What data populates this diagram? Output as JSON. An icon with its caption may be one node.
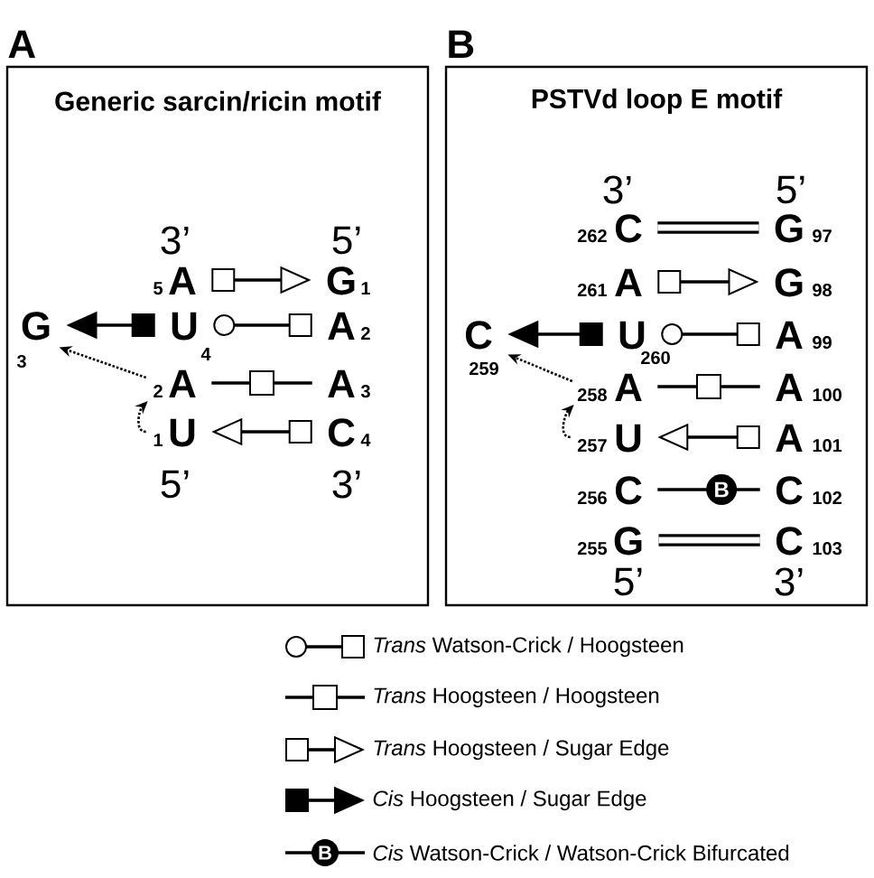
{
  "diagram": {
    "nodes": [
      {
        "text": [
          "A",
          "Generic sarcin/ricin motif"
        ]
      },
      {
        "text": [
          "A"
        ],
        "beside": [
          "5"
        ],
        "in": 0
      },
      {
        "text": [
          "G"
        ],
        "beside": [
          "1"
        ],
        "in": 0
      },
      {
        "text": [
          "G"
        ],
        "beside": [
          "3"
        ],
        "in": 0
      },
      {
        "text": [
          "U"
        ],
        "beside": [
          "4"
        ],
        "in": 0
      },
      {
        "text": [
          "A"
        ],
        "beside": [
          "2"
        ],
        "in": 0
      },
      {
        "text": [
          "A"
        ],
        "beside": [
          "2"
        ],
        "in": 0
      },
      {
        "text": [
          "A"
        ],
        "beside": [
          "3"
        ],
        "in": 0
      },
      {
        "text": [
          "U"
        ],
        "beside": [
          "1"
        ],
        "in": 0
      },
      {
        "text": [
          "C"
        ],
        "beside": [
          "4"
        ],
        "in": 0
      },
      {
        "text": [
          "B",
          "PSTVd loop E motif"
        ]
      },
      {
        "text": [
          "C"
        ],
        "beside": [
          "262"
        ],
        "in": 10
      },
      {
        "text": [
          "G"
        ],
        "beside": [
          "97"
        ],
        "in": 10
      },
      {
        "text": [
          "A"
        ],
        "beside": [
          "261"
        ],
        "in": 10
      },
      {
        "text": [
          "G"
        ],
        "beside": [
          "98"
        ],
        "in": 10
      },
      {
        "text": [
          "C"
        ],
        "beside": [
          "259"
        ],
        "in": 10
      },
      {
        "text": [
          "U"
        ],
        "beside": [
          "260"
        ],
        "in": 10
      },
      {
        "text": [
          "A"
        ],
        "beside": [
          "99"
        ],
        "in": 10
      },
      {
        "text": [
          "A"
        ],
        "beside": [
          "258"
        ],
        "in": 10
      },
      {
        "text": [
          "A"
        ],
        "beside": [
          "100"
        ],
        "in": 10
      },
      {
        "text": [
          "U"
        ],
        "beside": [
          "257"
        ],
        "in": 10
      },
      {
        "text": [
          "A"
        ],
        "beside": [
          "101"
        ],
        "in": 10
      },
      {
        "text": [
          "C"
        ],
        "beside": [
          "256"
        ],
        "in": 10
      },
      {
        "text": [
          "C"
        ],
        "beside": [
          "102"
        ],
        "in": 10
      },
      {
        "text": [
          "G"
        ],
        "beside": [
          "255"
        ],
        "in": 10
      },
      {
        "text": [
          "C"
        ],
        "beside": [
          "103"
        ],
        "in": 10
      }
    ],
    "edges": [
      {
        "from": 1,
        "to": 2,
        "arrow": "to"
      },
      {
        "from": 4,
        "to": 3,
        "arrow": "to"
      },
      {
        "from": 4,
        "to": 5,
        "arrow": "other"
      },
      {
        "from": 6,
        "to": 7,
        "arrow": "none"
      },
      {
        "from": 9,
        "to": 8,
        "arrow": "to"
      },
      {
        "from": 6,
        "to": 3,
        "arrow": "to",
        "style": "dashed"
      },
      {
        "from": 8,
        "to": 6,
        "arrow": "to",
        "style": "dashed"
      },
      {
        "from": 11,
        "to": 12,
        "arrow": "none",
        "style": "thick"
      },
      {
        "from": 13,
        "to": 14,
        "arrow": "to"
      },
      {
        "from": 16,
        "to": 15,
        "arrow": "to"
      },
      {
        "from": 16,
        "to": 17,
        "arrow": "other"
      },
      {
        "from": 18,
        "to": 19,
        "arrow": "none"
      },
      {
        "from": 21,
        "to": 20,
        "arrow": "to"
      },
      {
        "from": 22,
        "to": 23,
        "arrow": "none",
        "label": "B"
      },
      {
        "from": 24,
        "to": 25,
        "arrow": "none",
        "style": "thick"
      },
      {
        "from": 18,
        "to": 15,
        "arrow": "to",
        "style": "dashed"
      },
      {
        "from": 20,
        "to": 18,
        "arrow": "to",
        "style": "dashed"
      }
    ],
    "labels": [
      "3’",
      "5’",
      "5’",
      "3’",
      "3’",
      "5’",
      "5’",
      "3’",
      "B"
    ],
    "legend": [
      {
        "text": "*Trans* Watson-Crick / Hoogsteen"
      },
      {
        "text": "*Trans* Hoogsteen / Hoogsteen"
      },
      {
        "text": "*Trans* Hoogsteen / Sugar Edge"
      },
      {
        "text": "*Cis* Hoogsteen / Sugar Edge"
      },
      {
        "text": "*Cis* Watson-Crick / Watson-Crick Bifurcated"
      }
    ]
  }
}
